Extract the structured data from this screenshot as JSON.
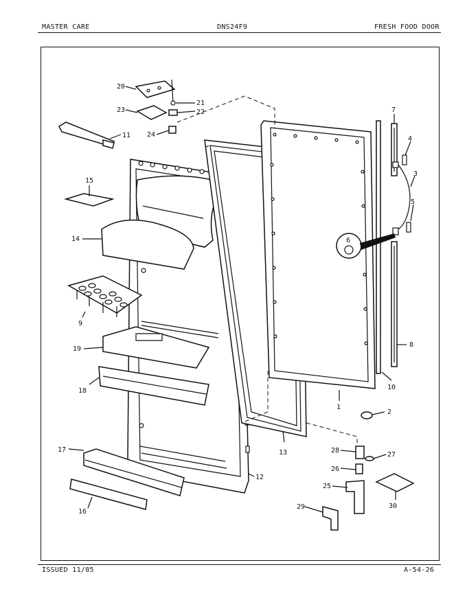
{
  "header": {
    "left": "MASTER CARE",
    "center": "DNS24F9",
    "right": "FRESH FOOD DOOR"
  },
  "footer": {
    "left": "ISSUED 11/85",
    "right": "A-54-26"
  },
  "callouts": [
    {
      "id": "1",
      "label": "1"
    },
    {
      "id": "2",
      "label": "2"
    },
    {
      "id": "3",
      "label": "3"
    },
    {
      "id": "4",
      "label": "4"
    },
    {
      "id": "5",
      "label": "5"
    },
    {
      "id": "6",
      "label": "6"
    },
    {
      "id": "7",
      "label": "7"
    },
    {
      "id": "8",
      "label": "8"
    },
    {
      "id": "9",
      "label": "9"
    },
    {
      "id": "10",
      "label": "10"
    },
    {
      "id": "11",
      "label": "11"
    },
    {
      "id": "12",
      "label": "12"
    },
    {
      "id": "13",
      "label": "13"
    },
    {
      "id": "14",
      "label": "14"
    },
    {
      "id": "15",
      "label": "15"
    },
    {
      "id": "16",
      "label": "16"
    },
    {
      "id": "17",
      "label": "17"
    },
    {
      "id": "18",
      "label": "18"
    },
    {
      "id": "19",
      "label": "19"
    },
    {
      "id": "20",
      "label": "20"
    },
    {
      "id": "21",
      "label": "21"
    },
    {
      "id": "22",
      "label": "22"
    },
    {
      "id": "23",
      "label": "23"
    },
    {
      "id": "24",
      "label": "24"
    },
    {
      "id": "25",
      "label": "25"
    },
    {
      "id": "26",
      "label": "26"
    },
    {
      "id": "27",
      "label": "27"
    },
    {
      "id": "28",
      "label": "28"
    },
    {
      "id": "29",
      "label": "29"
    },
    {
      "id": "30",
      "label": "30"
    }
  ]
}
